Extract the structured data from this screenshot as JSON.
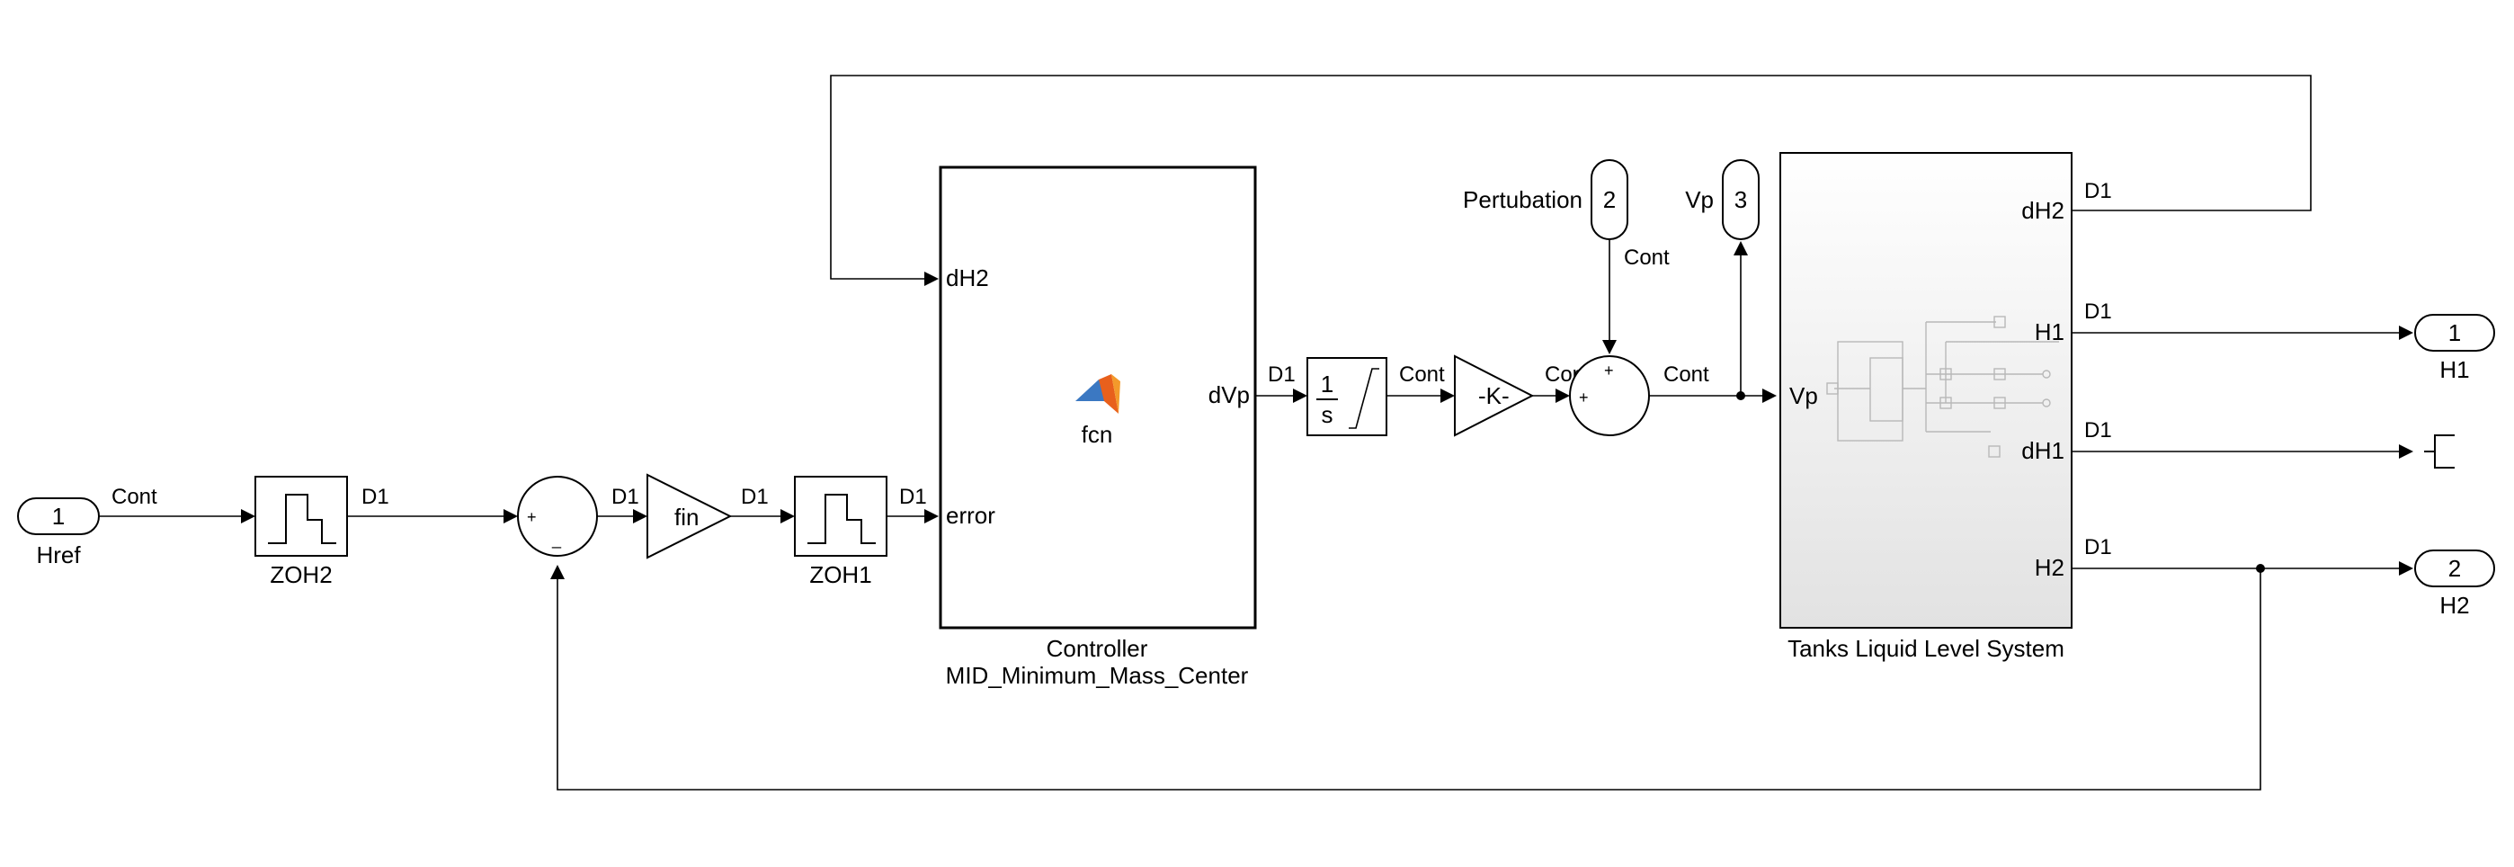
{
  "blocks": {
    "href": {
      "port": "1",
      "name": "Href"
    },
    "zoh2": {
      "name": "ZOH2"
    },
    "sum1": {
      "plus": "+",
      "minus": "_"
    },
    "fin": {
      "text": "fin"
    },
    "zoh1": {
      "name": "ZOH1"
    },
    "controller": {
      "name_line1": "Controller",
      "name_line2": "MID_Minimum_Mass_Center",
      "fcn": "fcn",
      "in1": "dH2",
      "in2": "error",
      "out": "dVp"
    },
    "integrator": {
      "num": "1",
      "den": "s"
    },
    "gain": {
      "text": "-K-"
    },
    "sum2": {
      "plus_top": "+",
      "plus_left": "+"
    },
    "pertubation": {
      "port": "2",
      "name": "Pertubation"
    },
    "vp_out": {
      "port": "3",
      "name": "Vp"
    },
    "tanks": {
      "name": "Tanks Liquid Level System",
      "in": "Vp",
      "out1": "dH2",
      "out2": "H1",
      "out3": "dH1",
      "out4": "H2"
    },
    "h1": {
      "port": "1",
      "name": "H1"
    },
    "h2": {
      "port": "2",
      "name": "H2"
    }
  },
  "signals": {
    "href_out": "Cont",
    "zoh2_out": "D1",
    "sum1_out": "D1",
    "fin_out": "D1",
    "zoh1_out": "D1",
    "ctrl_out": "D1",
    "int_out": "Cont",
    "gain_out": "Cont",
    "pert_out": "Cont",
    "sum2_out": "Cont",
    "dh2_out": "D1",
    "h1_out": "D1",
    "dh1_out": "D1",
    "h2_out": "D1"
  }
}
